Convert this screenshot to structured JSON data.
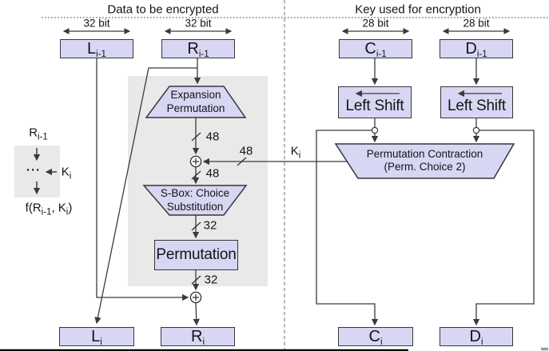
{
  "headers": {
    "left": "Data to be encrypted",
    "right": "Key used for encryption"
  },
  "bit_labels": {
    "l_prev": "32 bit",
    "r_prev": "32 bit",
    "c_prev": "28 bit",
    "d_prev": "28 bit"
  },
  "registers": {
    "l_prev": {
      "base": "L",
      "sub": "i-1"
    },
    "r_prev": {
      "base": "R",
      "sub": "i-1"
    },
    "c_prev": {
      "base": "C",
      "sub": "i-1"
    },
    "d_prev": {
      "base": "D",
      "sub": "i-1"
    },
    "l_next": {
      "base": "L",
      "sub": "i"
    },
    "r_next": {
      "base": "R",
      "sub": "i"
    },
    "c_next": {
      "base": "C",
      "sub": "i"
    },
    "d_next": {
      "base": "D",
      "sub": "i"
    }
  },
  "blocks": {
    "expansion": {
      "line1": "Expansion",
      "line2": "Permutation"
    },
    "sbox": {
      "line1": "S-Box: Choice",
      "line2": "Substitution"
    },
    "permutation": {
      "label": "Permutation"
    },
    "left_shift_c": {
      "label": "Left Shift"
    },
    "left_shift_d": {
      "label": "Left Shift"
    },
    "perm_contraction": {
      "line1": "Permutation Contraction",
      "line2": "(Perm. Choice 2)"
    }
  },
  "bus_widths": {
    "after_expansion": "48",
    "key_input": "48",
    "after_xor": "48",
    "after_sbox": "32",
    "after_permutation": "32"
  },
  "key_label": {
    "base": "K",
    "sub": "i"
  },
  "legend": {
    "input": {
      "base": "R",
      "sub": "i-1"
    },
    "dots": "···",
    "key": {
      "base": "K",
      "sub": "i"
    },
    "output": {
      "pre": "f(R",
      "sub1": "i-1",
      "mid": ", K",
      "sub2": "i",
      "post": ")"
    }
  },
  "colors": {
    "box_fill": "#d7d7f4",
    "box_border": "#36363c",
    "panel_gray": "#e9e9e9",
    "line": "#3b3b3b"
  }
}
